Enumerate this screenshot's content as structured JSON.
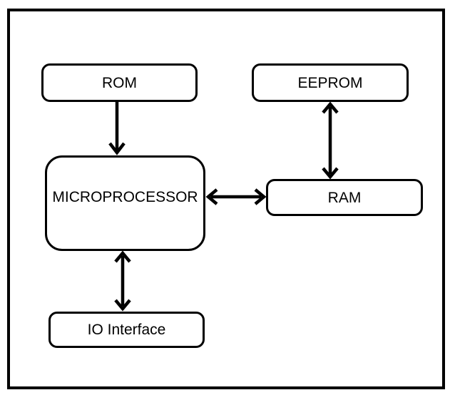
{
  "diagram": {
    "nodes": {
      "rom": {
        "label": "ROM"
      },
      "eeprom": {
        "label": "EEPROM"
      },
      "microprocessor": {
        "label": "MICROPROCESSOR"
      },
      "ram": {
        "label": "RAM"
      },
      "io_interface": {
        "label": "IO Interface"
      }
    },
    "edges": [
      {
        "from": "ROM",
        "to": "MICROPROCESSOR",
        "direction": "one-way"
      },
      {
        "from": "EEPROM",
        "to": "RAM",
        "direction": "two-way"
      },
      {
        "from": "MICROPROCESSOR",
        "to": "RAM",
        "direction": "two-way"
      },
      {
        "from": "MICROPROCESSOR",
        "to": "IO Interface",
        "direction": "two-way"
      }
    ],
    "colors": {
      "line": "#000000",
      "background": "#ffffff",
      "text": "#000000"
    }
  }
}
